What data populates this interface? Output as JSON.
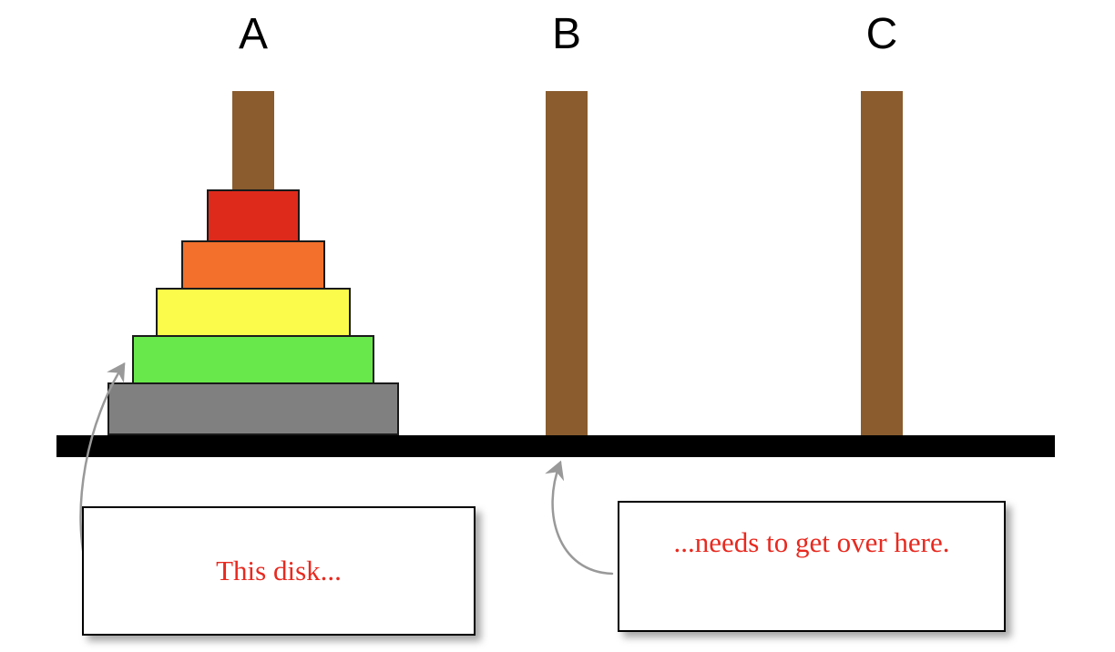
{
  "pegs": {
    "a": "A",
    "b": "B",
    "c": "C"
  },
  "disks": [
    {
      "id": "disk-1-smallest",
      "color": "#de2a1b"
    },
    {
      "id": "disk-2",
      "color": "#f2702c"
    },
    {
      "id": "disk-3",
      "color": "#fbfb4b"
    },
    {
      "id": "disk-4",
      "color": "#68e84b"
    },
    {
      "id": "disk-5-largest",
      "color": "#808080"
    }
  ],
  "colors": {
    "peg": "#8a5c2e",
    "base": "#000000",
    "arrow": "#999999",
    "callout_text": "#e8291f"
  },
  "callouts": {
    "left": "This disk...",
    "right": "...needs to get over here."
  }
}
